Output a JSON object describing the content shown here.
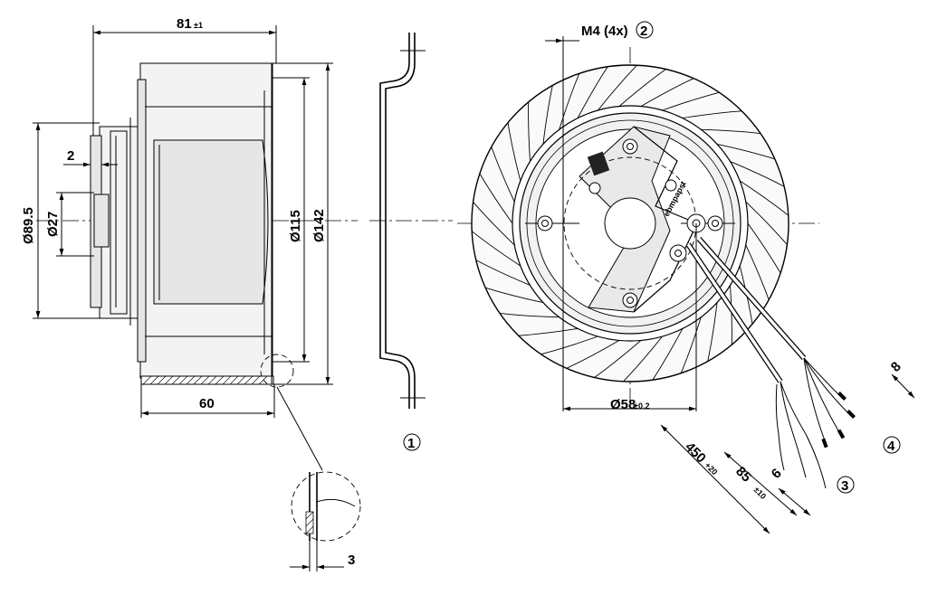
{
  "dimensions": {
    "overall_length": "81",
    "overall_length_tol": "±1",
    "hub_step": "2",
    "dia_mount": "Ø89.5",
    "dia_hub": "Ø27",
    "dia_inlet": "Ø115",
    "dia_outer": "Ø142",
    "depth": "60",
    "detail_thickness": "3",
    "thread": "M4 (4x)",
    "bolt_circle": "Ø58",
    "bolt_circle_tol": "±0.2",
    "lead_length": "450",
    "lead_length_tol": "+20",
    "strip_length": "85",
    "strip_length_tol": "±10",
    "strip_end": "6",
    "ferrule": "8"
  },
  "callouts": {
    "c1": "1",
    "c2": "2",
    "c3": "3",
    "c4": "4"
  },
  "label_text": {
    "brand": "ebmpapst"
  }
}
